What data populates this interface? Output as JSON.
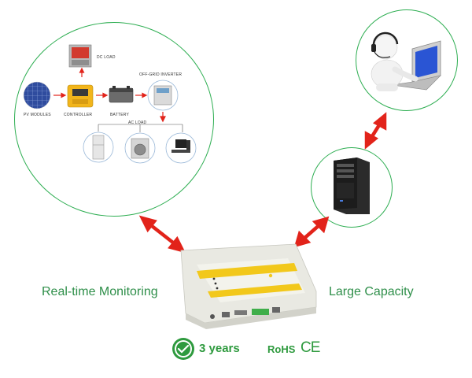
{
  "diagram": {
    "labels": {
      "dc_load": "DC LOAD",
      "off_grid_inverter": "OFF-GRID INVERTER",
      "pv_modules": "PV MODULES",
      "controller": "CONTROLLER",
      "battery": "BATTERY",
      "ac_load": "AC LOAD"
    }
  },
  "captions": {
    "left": "Real-time Monitoring",
    "right": "Large Capacity"
  },
  "badges": {
    "warranty": "3 years",
    "rohs": "RoHS",
    "ce": "CE"
  },
  "colors": {
    "accent_green": "#2eae52",
    "caption_green": "#2f8f4a",
    "arrow_red": "#e2231a",
    "device_stripe": "#f2c81b"
  }
}
